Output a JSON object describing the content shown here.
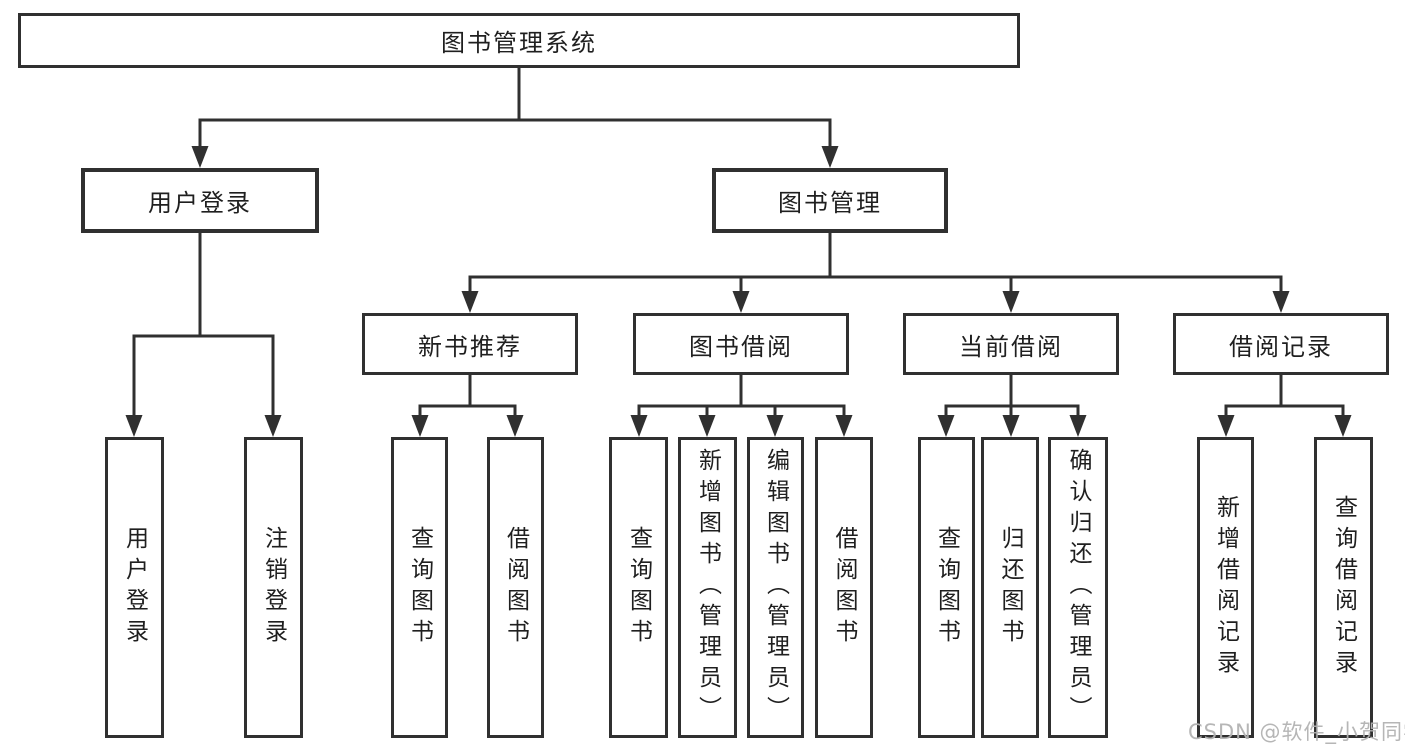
{
  "tree": {
    "label": "图书管理系统",
    "children": [
      {
        "label": "用户登录",
        "children": [
          {
            "label": "用户登录"
          },
          {
            "label": "注销登录"
          }
        ]
      },
      {
        "label": "图书管理",
        "children": [
          {
            "label": "新书推荐",
            "children": [
              {
                "label": "查询图书"
              },
              {
                "label": "借阅图书"
              }
            ]
          },
          {
            "label": "图书借阅",
            "children": [
              {
                "label": "查询图书"
              },
              {
                "label": "新增图书（管理员）"
              },
              {
                "label": "编辑图书（管理员）"
              },
              {
                "label": "借阅图书"
              }
            ]
          },
          {
            "label": "当前借阅",
            "children": [
              {
                "label": "查询图书"
              },
              {
                "label": "归还图书"
              },
              {
                "label": "确认归还（管理员）"
              }
            ]
          },
          {
            "label": "借阅记录",
            "children": [
              {
                "label": "新增借阅记录"
              },
              {
                "label": "查询借阅记录"
              }
            ]
          }
        ]
      }
    ]
  },
  "watermark": {
    "text": "CSDN @软件_小贺同学"
  },
  "colors": {
    "line": "#303030",
    "box_border": "#303030",
    "text": "#1f1f1f",
    "watermark": "#b2b2b2",
    "background": "#ffffff"
  }
}
